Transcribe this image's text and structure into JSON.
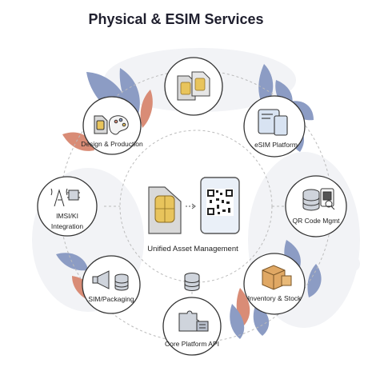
{
  "title": "Physical & ESIM Services",
  "center_label": "Unified Asset Management",
  "nodes": [
    {
      "label": "",
      "icon": "sim-cards-icon"
    },
    {
      "label": "eSIM Platform",
      "icon": "tablet-phone-icon"
    },
    {
      "label": "QR Code Mgmt",
      "icon": "database-qr-icon"
    },
    {
      "label": "Inventory & Stock",
      "icon": "boxes-icon"
    },
    {
      "label": "Core Platform API",
      "icon": "puzzle-icon"
    },
    {
      "label": "SIM/Packaging",
      "icon": "megaphone-database-icon"
    },
    {
      "label": "IMSI/KI Integration",
      "icon": "tower-chip-icon"
    },
    {
      "label": "Design & Production",
      "icon": "palette-sim-icon"
    }
  ],
  "colors": {
    "leaf_blue": "#8c9cc4",
    "leaf_orange": "#d98c76",
    "line": "#bbbbbb",
    "ink": "#2a2a2a",
    "sim_gold": "#e8c45c",
    "sim_gray": "#d9d9d9",
    "box": "#e0a864"
  }
}
